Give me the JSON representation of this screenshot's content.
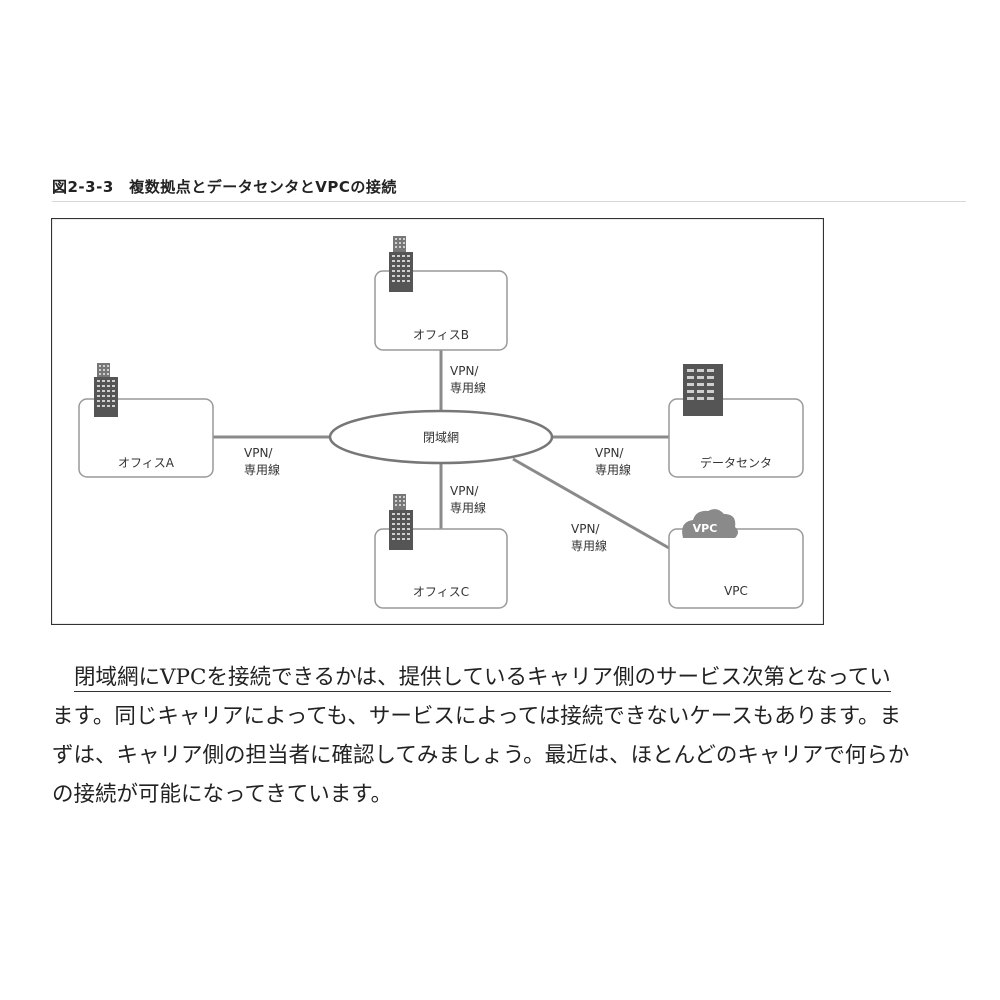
{
  "figure": {
    "caption": "図2-3-3　複数拠点とデータセンタとVPCの接続",
    "hub": "閉域網",
    "nodes": {
      "office_a": "オフィスA",
      "office_b": "オフィスB",
      "office_c": "オフィスC",
      "datacenter": "データセンタ",
      "vpc": "VPC"
    },
    "vpc_badge": "VPC",
    "edge_label_line1": "VPN/",
    "edge_label_line2": "専用線"
  },
  "body": {
    "lines": [
      "閉域網にVPCを接続できるかは、提供しているキャリア側のサービス次第となってい",
      "ます。同じキャリアによっても、サービスによっては接続できないケースもあります。ま",
      "ずは、キャリア側の担当者に確認してみましょう。最近は、ほとんどのキャリアで何らか",
      "の接続が可能になってきています。"
    ]
  }
}
